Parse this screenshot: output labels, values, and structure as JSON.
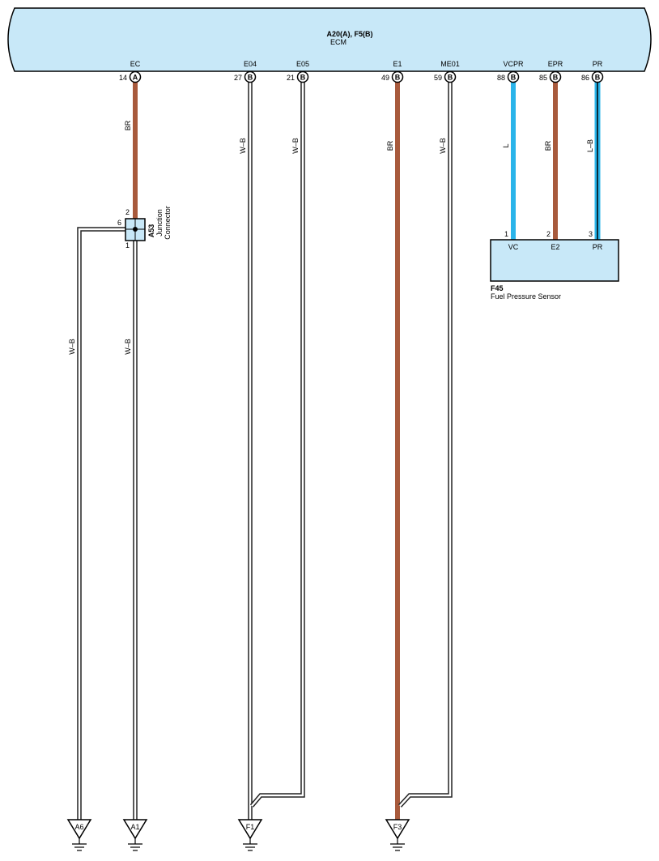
{
  "ecm": {
    "title": "A20(A), F5(B)",
    "name": "ECM",
    "fill": "#c8e8f8"
  },
  "terminals": [
    {
      "id": "ec",
      "label": "EC",
      "pin": "14",
      "conn": "A"
    },
    {
      "id": "e04",
      "label": "E04",
      "pin": "27",
      "conn": "B"
    },
    {
      "id": "e05",
      "label": "E05",
      "pin": "21",
      "conn": "B"
    },
    {
      "id": "e1",
      "label": "E1",
      "pin": "49",
      "conn": "B"
    },
    {
      "id": "me01",
      "label": "ME01",
      "pin": "59",
      "conn": "B"
    },
    {
      "id": "vcpr",
      "label": "VCPR",
      "pin": "88",
      "conn": "B"
    },
    {
      "id": "epr",
      "label": "EPR",
      "pin": "85",
      "conn": "B"
    },
    {
      "id": "pr",
      "label": "PR",
      "pin": "86",
      "conn": "B"
    }
  ],
  "wire_labels": {
    "ec": "BR",
    "e04": "W–B",
    "e05": "W–B",
    "e1": "BR",
    "me01": "W–B",
    "vcpr": "L",
    "epr": "BR",
    "pr": "L–B",
    "a53_left": "W–B",
    "a53_down": "W–B"
  },
  "junction": {
    "code": "A53",
    "name_line1": "Junction",
    "name_line2": "Connector",
    "pin_top": "2",
    "pin_left": "6",
    "pin_bottom": "1"
  },
  "sensor": {
    "code": "F45",
    "name": "Fuel Pressure Sensor",
    "pins": [
      {
        "num": "1",
        "name": "VC"
      },
      {
        "num": "2",
        "name": "E2"
      },
      {
        "num": "3",
        "name": "PR"
      }
    ]
  },
  "grounds": [
    {
      "id": "a6",
      "label": "A6"
    },
    {
      "id": "a1",
      "label": "A1"
    },
    {
      "id": "f1",
      "label": "F1"
    },
    {
      "id": "f3",
      "label": "F3"
    }
  ],
  "colors": {
    "brown": "#a85a3c",
    "blue": "#2ab4ea",
    "white_black_outline": "#222222"
  }
}
